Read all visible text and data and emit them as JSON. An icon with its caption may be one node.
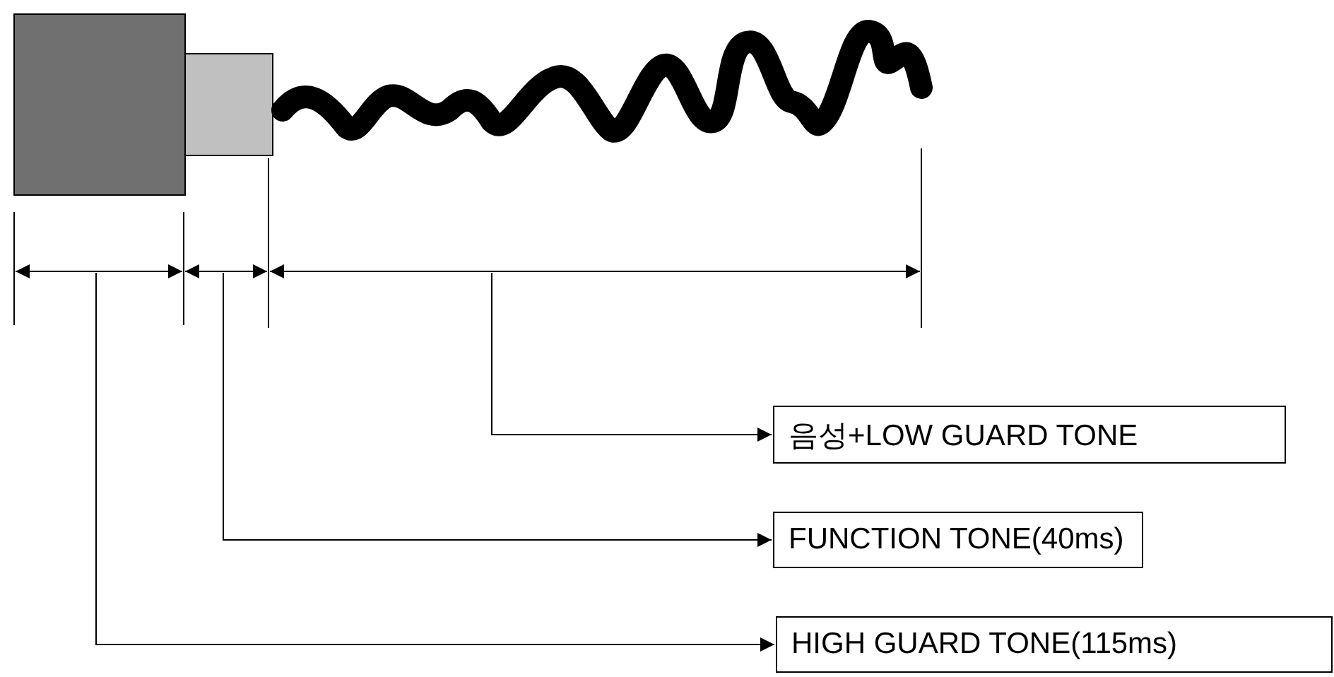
{
  "diagram": {
    "nodes": [
      {
        "text": [
          "음성+LOW GUARD TONE"
        ]
      },
      {
        "text": [
          "FUNCTION TONE(40ms)"
        ]
      },
      {
        "text": [
          "HIGH GUARD TONE(115ms)"
        ]
      }
    ],
    "edges": [
      {
        "from": null,
        "to": 0,
        "arrow": "to"
      },
      {
        "from": null,
        "to": 1,
        "arrow": "to"
      },
      {
        "from": null,
        "to": 2,
        "arrow": "to"
      }
    ]
  }
}
